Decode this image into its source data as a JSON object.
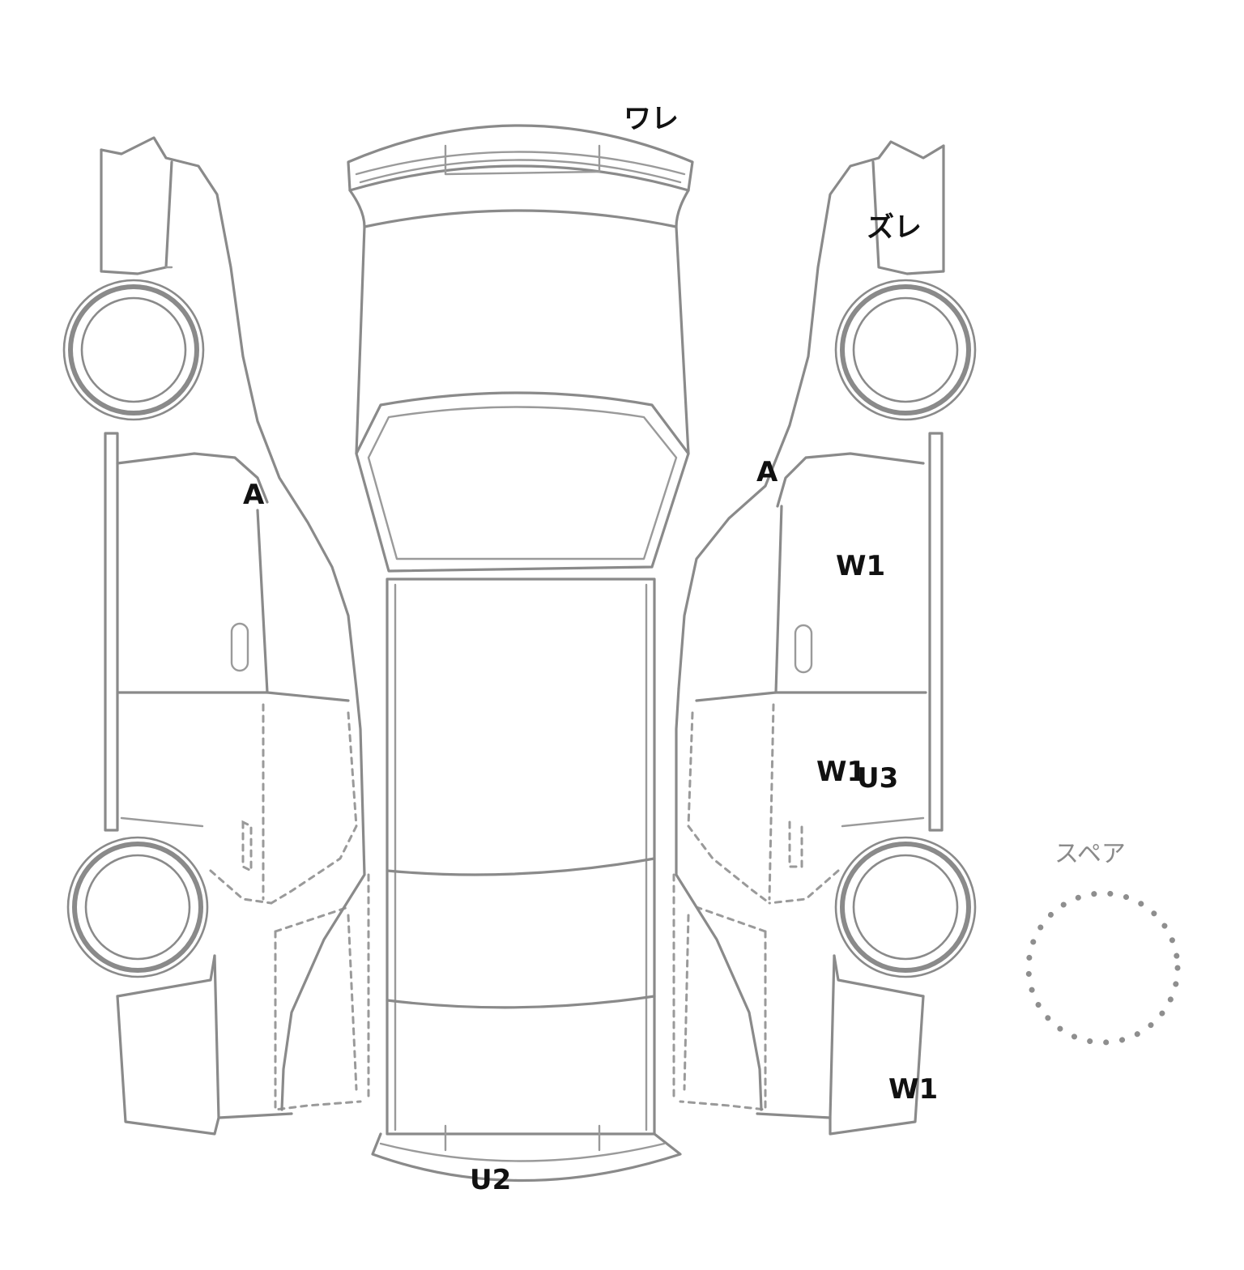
{
  "diagram": {
    "spare_label": "スペア",
    "damage_marks": [
      {
        "id": "rear-bumper",
        "label": "ワレ"
      },
      {
        "id": "right-front-fender",
        "label": "ズレ"
      },
      {
        "id": "left-front-pillar",
        "label": "A"
      },
      {
        "id": "right-front-pillar",
        "label": "A"
      },
      {
        "id": "right-front-door",
        "label": "W1"
      },
      {
        "id": "right-rear-door-a",
        "label": "W1"
      },
      {
        "id": "right-rear-door-b",
        "label": "U3"
      },
      {
        "id": "right-rear-quarter",
        "label": "W1"
      },
      {
        "id": "front-bumper",
        "label": "U2"
      }
    ]
  }
}
